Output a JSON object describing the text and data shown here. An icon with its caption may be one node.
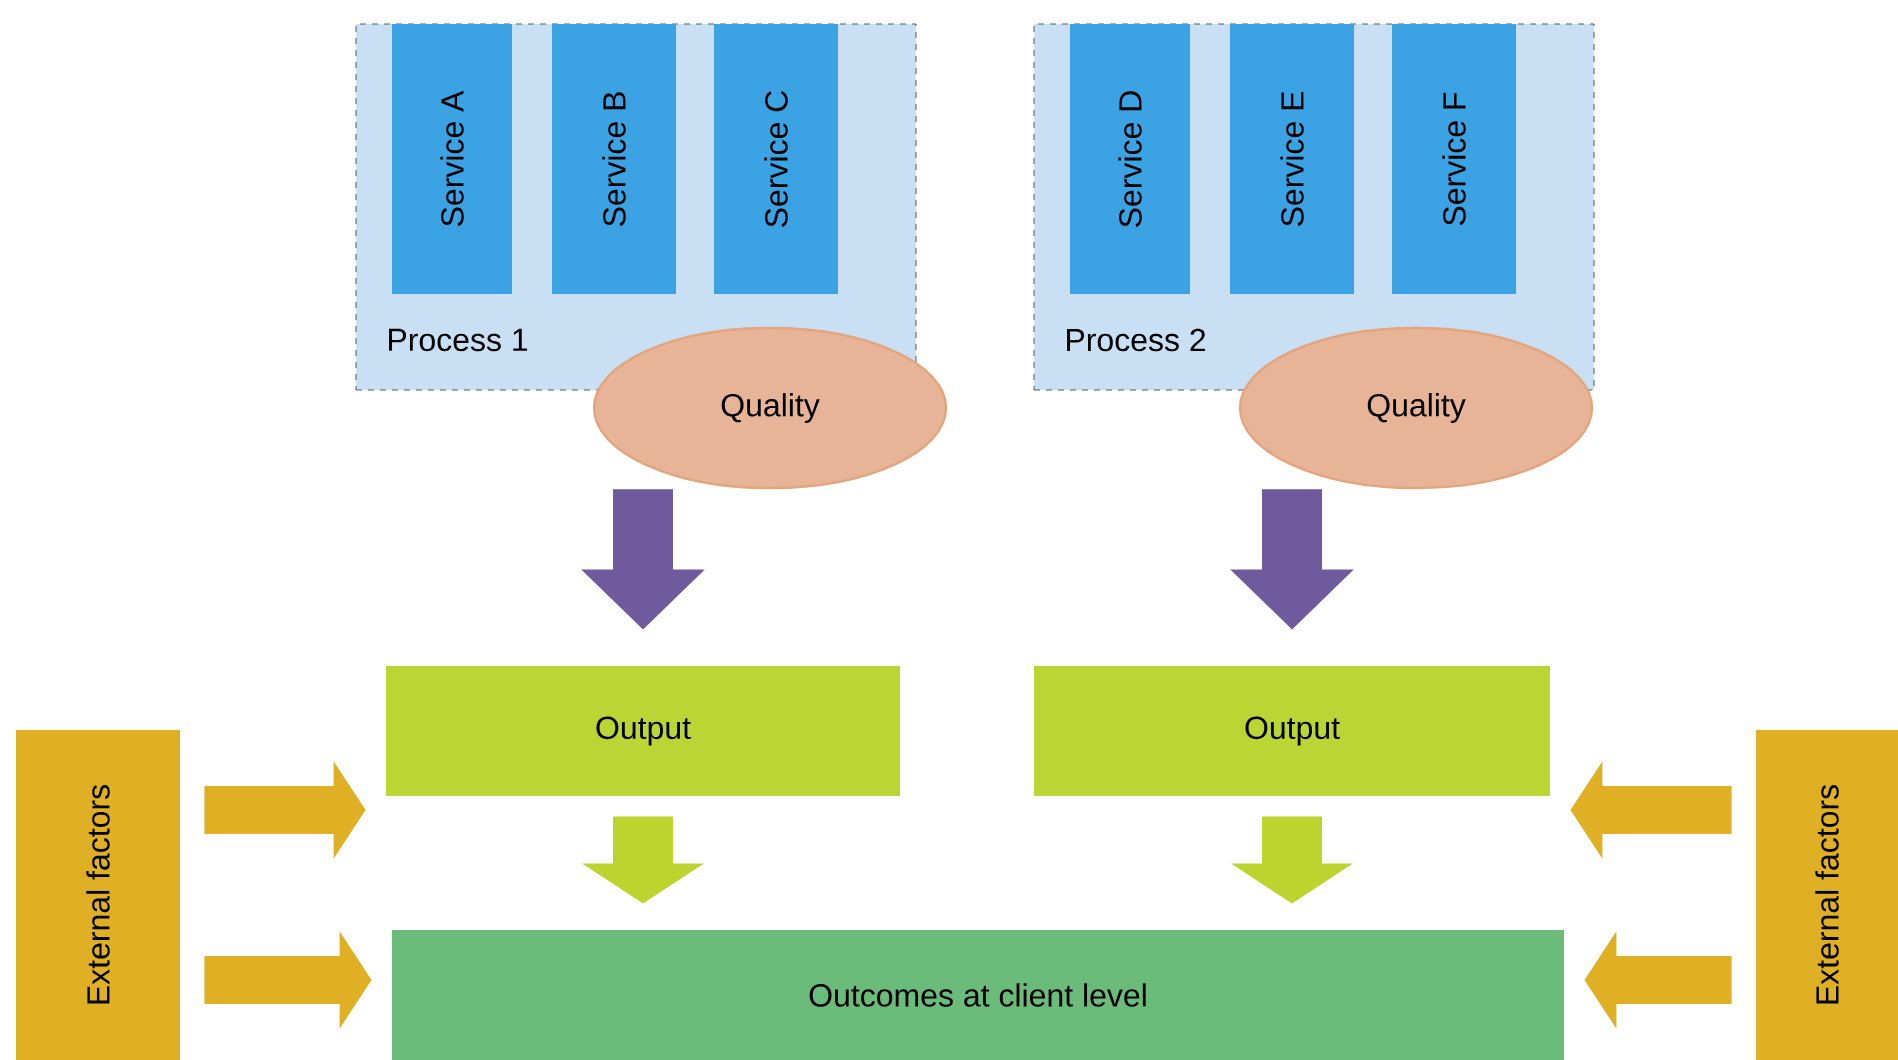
{
  "diagram": {
    "nodes": [
      {
        "text": [
          "Process 1"
        ]
      },
      {
        "text": [
          "Service A"
        ],
        "in": 0
      },
      {
        "text": [
          "Service B"
        ],
        "in": 0
      },
      {
        "text": [
          "Service C"
        ],
        "in": 0
      },
      {
        "text": [
          "Quality"
        ]
      },
      {
        "text": [
          "Process 2"
        ]
      },
      {
        "text": [
          "Service D"
        ],
        "in": 5
      },
      {
        "text": [
          "Service E"
        ],
        "in": 5
      },
      {
        "text": [
          "Service F"
        ],
        "in": 5
      },
      {
        "text": [
          "Quality"
        ]
      },
      {
        "text": [
          "Output"
        ]
      },
      {
        "text": [
          "Output"
        ]
      },
      {
        "text": [
          "Outcomes at client level"
        ]
      },
      {
        "text": [
          "External factors"
        ]
      },
      {
        "text": [
          "External factors"
        ]
      }
    ],
    "edges": [
      {
        "from": 4,
        "to": 10,
        "arrow": "to",
        "color": "#6f5a9e"
      },
      {
        "from": 9,
        "to": 11,
        "arrow": "to",
        "color": "#6f5a9e"
      },
      {
        "from": 10,
        "to": 12,
        "arrow": "to",
        "color": "#bcd42e"
      },
      {
        "from": 11,
        "to": 12,
        "arrow": "to",
        "color": "#bcd42e"
      },
      {
        "from": 13,
        "to": 10,
        "arrow": "to"
      },
      {
        "from": 13,
        "to": 12,
        "arrow": "to"
      },
      {
        "from": 14,
        "to": 11,
        "arrow": "to"
      },
      {
        "from": 14,
        "to": 12,
        "arrow": "to"
      }
    ]
  }
}
